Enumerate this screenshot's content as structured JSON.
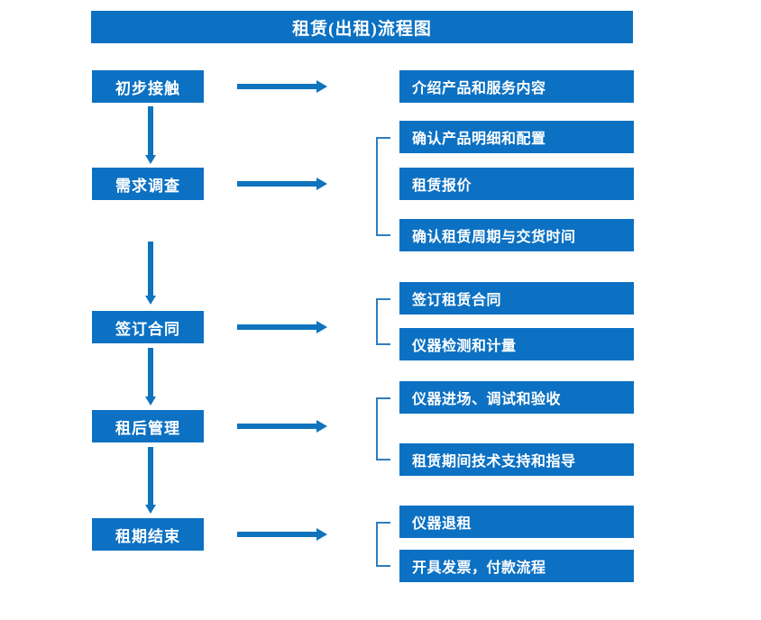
{
  "title": "租赁(出租)流程图",
  "colors": {
    "box_blue": "#0c71c3",
    "arrow_blue": "#0f73bd",
    "bracket_blue": "#2f7cc0",
    "text_white": "#ffffff",
    "background": "#ffffff"
  },
  "stages": [
    {
      "label": "初步接触"
    },
    {
      "label": "需求调查"
    },
    {
      "label": "签订合同"
    },
    {
      "label": "租后管理"
    },
    {
      "label": "租期结束"
    }
  ],
  "details": [
    {
      "label": "介绍产品和服务内容"
    },
    {
      "label": "确认产品明细和配置"
    },
    {
      "label": "租赁报价"
    },
    {
      "label": "确认租赁周期与交货时间"
    },
    {
      "label": "签订租赁合同"
    },
    {
      "label": "仪器检测和计量"
    },
    {
      "label": "仪器进场、调试和验收"
    },
    {
      "label": "租赁期间技术支持和指导"
    },
    {
      "label": "仪器退租"
    },
    {
      "label": "开具发票，付款流程"
    }
  ],
  "flow": {
    "stage_to_detail_arrow": "arrow-right-icon",
    "stage_to_stage_arrow": "arrow-down-icon",
    "group_bracket": "bracket-icon"
  }
}
